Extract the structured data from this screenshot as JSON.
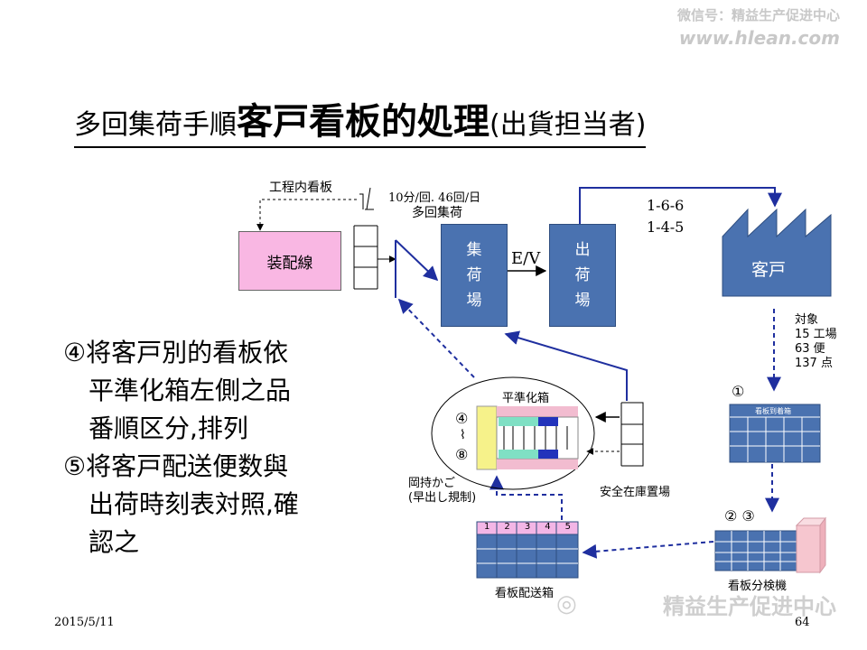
{
  "watermark": {
    "line1": "微信号：精益生产促进中心",
    "line2": "www.hlean.com"
  },
  "title": {
    "part1": "多回集荷手順",
    "part2": "客戸看板的処理",
    "part3": "(出貨担当者)"
  },
  "labels": {
    "in_process_kanban": "工程内看板",
    "frequency_line1": "10分/回.  46回/日",
    "frequency_line2": "多回集荷",
    "assembly_line": "装配線",
    "ev": "E/V",
    "route1": "1-6-6",
    "route2": "1-4-5",
    "customer": "客戸",
    "target_line1": "対象",
    "target_line2": "15 工場",
    "target_line3": "63 便",
    "target_line4": "137 点",
    "leveling_box": "平準化箱",
    "holder_line1": "岡持かご",
    "holder_line2": "(早出し規制)",
    "safety_stock": "安全在庫置場",
    "arrival_box": "看板到着箱",
    "sorting_machine": "看板分検機",
    "delivery_box": "看板配送箱",
    "num1": "①",
    "num23": "②  ③",
    "num4": "④",
    "tilde": "⌇",
    "num8": "⑧"
  },
  "collection_area": {
    "chars": [
      "集",
      "荷",
      "場"
    ]
  },
  "shipping_area": {
    "chars": [
      "出",
      "荷",
      "場"
    ]
  },
  "delivery_box_columns": [
    "1",
    "2",
    "3",
    "4",
    "5"
  ],
  "steps": [
    "④将客戸別的看板依",
    "　平準化箱左側之品",
    "　番順区分,排列",
    "⑤将客戸配送便数與",
    "　出荷時刻表対照,確",
    "　認之"
  ],
  "footer": {
    "date": "2015/5/11",
    "page": "64",
    "logo": "精益生产促进中心"
  },
  "colors": {
    "blue_box": "#4a72b0",
    "pink_box": "#f9b7e3",
    "arrow": "#1f2f9f"
  }
}
